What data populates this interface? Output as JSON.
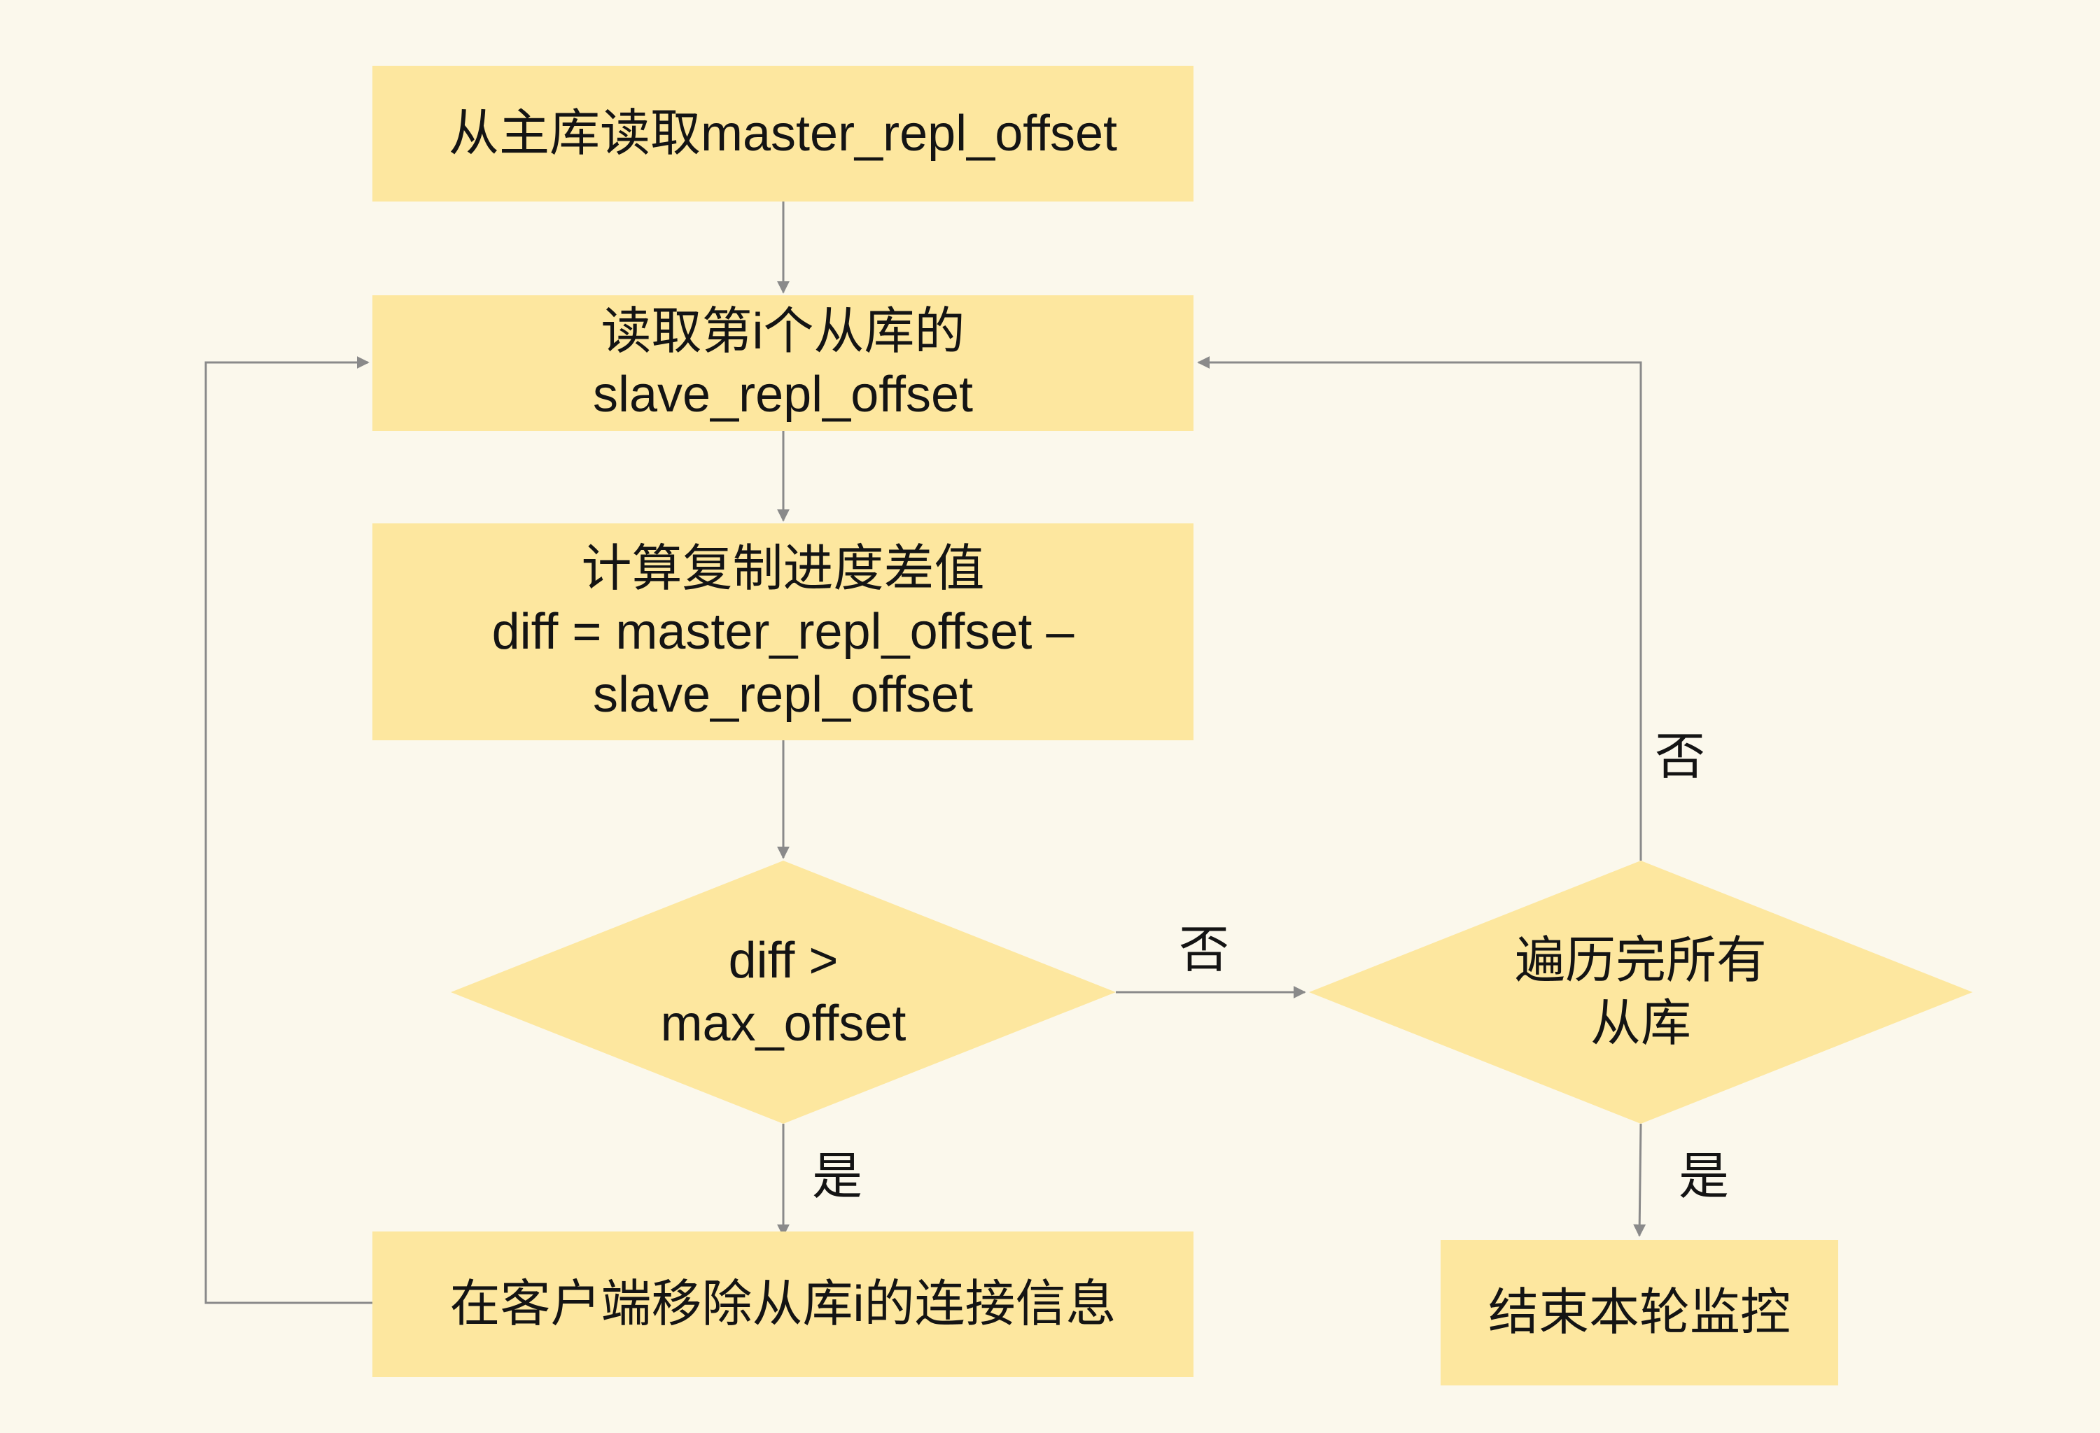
{
  "nodes": {
    "read_master": {
      "lines": [
        "从主库读取master_repl_offset"
      ]
    },
    "read_slave": {
      "lines": [
        "读取第i个从库的",
        "slave_repl_offset"
      ]
    },
    "compute_diff": {
      "lines": [
        "计算复制进度差值",
        "diff = master_repl_offset –",
        "slave_repl_offset"
      ]
    },
    "check_diff": {
      "lines": [
        "diff >",
        "max_offset"
      ]
    },
    "check_all": {
      "lines": [
        "遍历完所有",
        "从库"
      ]
    },
    "remove_slave": {
      "lines": [
        "在客户端移除从库i的连接信息"
      ]
    },
    "end_round": {
      "lines": [
        "结束本轮监控"
      ]
    }
  },
  "edge_labels": {
    "diff_no": "否",
    "diff_yes": "是",
    "all_no": "否",
    "all_yes": "是"
  },
  "colors": {
    "background": "#fbf8ec",
    "node_fill": "#fde79f",
    "line": "#8a8a8a",
    "text": "#141414"
  }
}
